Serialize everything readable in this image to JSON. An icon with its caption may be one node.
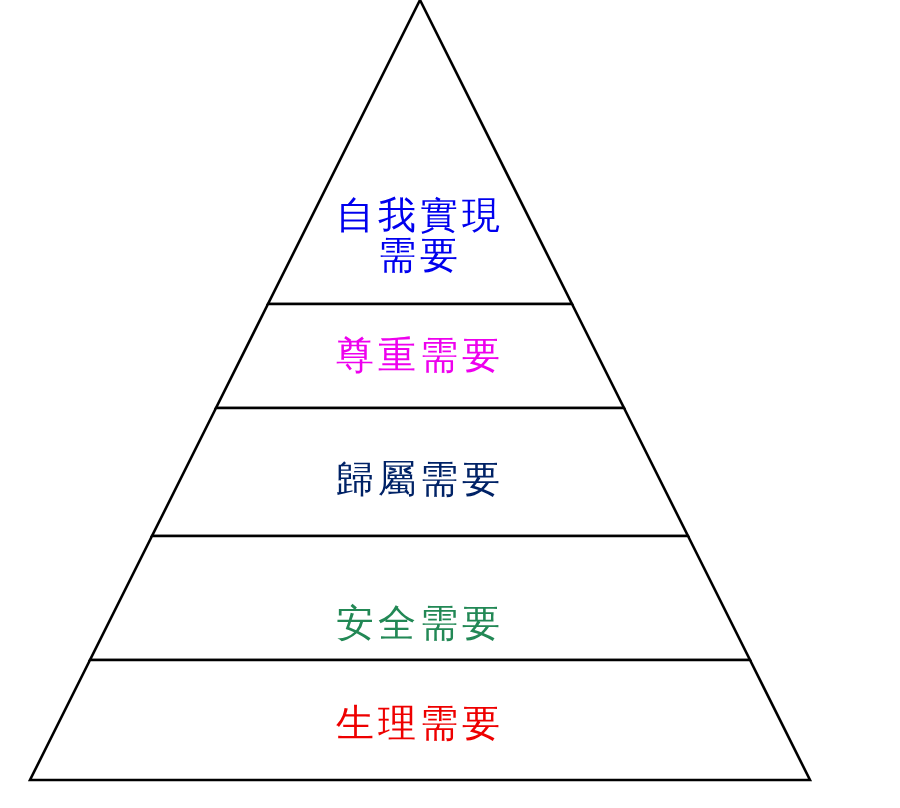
{
  "diagram": {
    "nodes": [
      {
        "text": [
          "自我實現需要"
        ]
      },
      {
        "text": [
          "尊重需要"
        ]
      },
      {
        "text": [
          "歸屬需要"
        ]
      },
      {
        "text": [
          "安全需要"
        ]
      },
      {
        "text": [
          "生理需要"
        ]
      }
    ]
  }
}
